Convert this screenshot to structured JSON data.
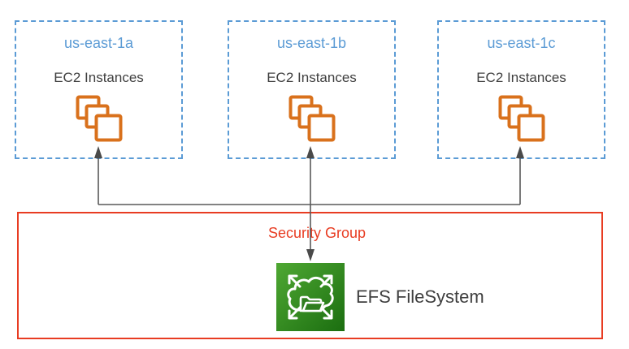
{
  "diagram": {
    "zones": [
      {
        "region": "us-east-1a",
        "label": "EC2 Instances"
      },
      {
        "region": "us-east-1b",
        "label": "EC2 Instances"
      },
      {
        "region": "us-east-1c",
        "label": "EC2 Instances"
      }
    ],
    "security_group": {
      "label": "Security Group"
    },
    "efs": {
      "label": "EFS FileSystem"
    },
    "icons": {
      "ec2": "ec2-instances-icon",
      "efs": "efs-filesystem-icon"
    },
    "colors": {
      "zone_border_blue": "#5B9BD5",
      "zone_region_text": "#5B9BD5",
      "body_text": "#3F3F3F",
      "ec2_icon_orange": "#D9711C",
      "security_group_red": "#E83C22",
      "connector_gray": "#595959",
      "efs_green_light": "#4FA833",
      "efs_green_dark": "#1B6E10"
    }
  }
}
